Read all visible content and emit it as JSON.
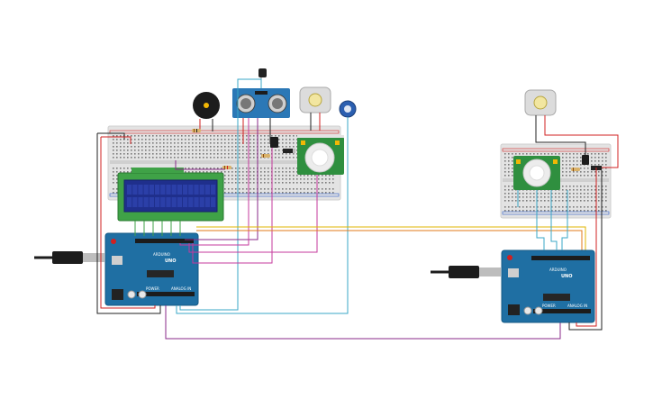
{
  "left_circuit": {
    "arduino": {
      "brand": "ARDUINO",
      "model": "UNO",
      "header_power": "POWER",
      "header_analog": "ANALOG IN"
    }
  },
  "right_circuit": {
    "arduino": {
      "brand": "ARDUINO",
      "model": "UNO",
      "header_power": "POWER",
      "header_analog": "ANALOG IN"
    }
  },
  "colors": {
    "breadboard": "#e3e3e3",
    "arduino": "#1f6fa3",
    "lcd_frame": "#3fa247",
    "lcd_screen": "#1f2f8c",
    "pir": "#2f8f3f",
    "ultrasonic": "#2b78b6",
    "wire_red": "#d22020",
    "wire_black": "#222222",
    "wire_purple": "#8a2a8a",
    "wire_magenta": "#c63a9c",
    "wire_cyan": "#3aa7c7",
    "wire_yellow": "#e0b400",
    "wire_orange": "#e07a1a"
  }
}
